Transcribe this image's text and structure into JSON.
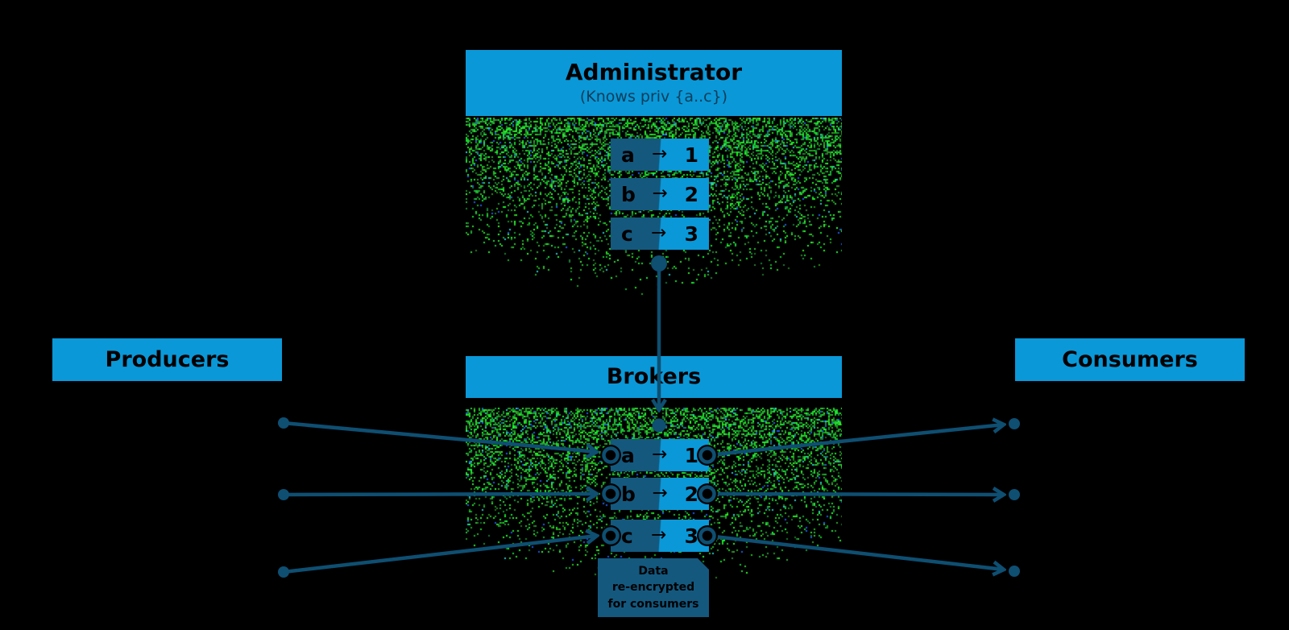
{
  "colors": {
    "background": "#000000",
    "accent_blue": "#0a98d8",
    "dark_panel_blue": "#14587e",
    "line_blue": "#0e4f72",
    "subtitle_blue": "#0a3d58",
    "noise_green": "#22c93a",
    "text": "#000000"
  },
  "glyphs": {
    "arrow_right": "→"
  },
  "administrator": {
    "title": "Administrator",
    "subtitle": "(Knows priv {a..c})",
    "mappings": [
      {
        "key": "a",
        "value": "1"
      },
      {
        "key": "b",
        "value": "2"
      },
      {
        "key": "c",
        "value": "3"
      }
    ]
  },
  "producers": {
    "label": "Producers"
  },
  "brokers": {
    "label": "Brokers",
    "mappings": [
      {
        "key": "a",
        "value": "1"
      },
      {
        "key": "b",
        "value": "2"
      },
      {
        "key": "c",
        "value": "3"
      }
    ],
    "note_lines": [
      "Data",
      "re-encrypted",
      "for consumers"
    ]
  },
  "consumers": {
    "label": "Consumers"
  }
}
